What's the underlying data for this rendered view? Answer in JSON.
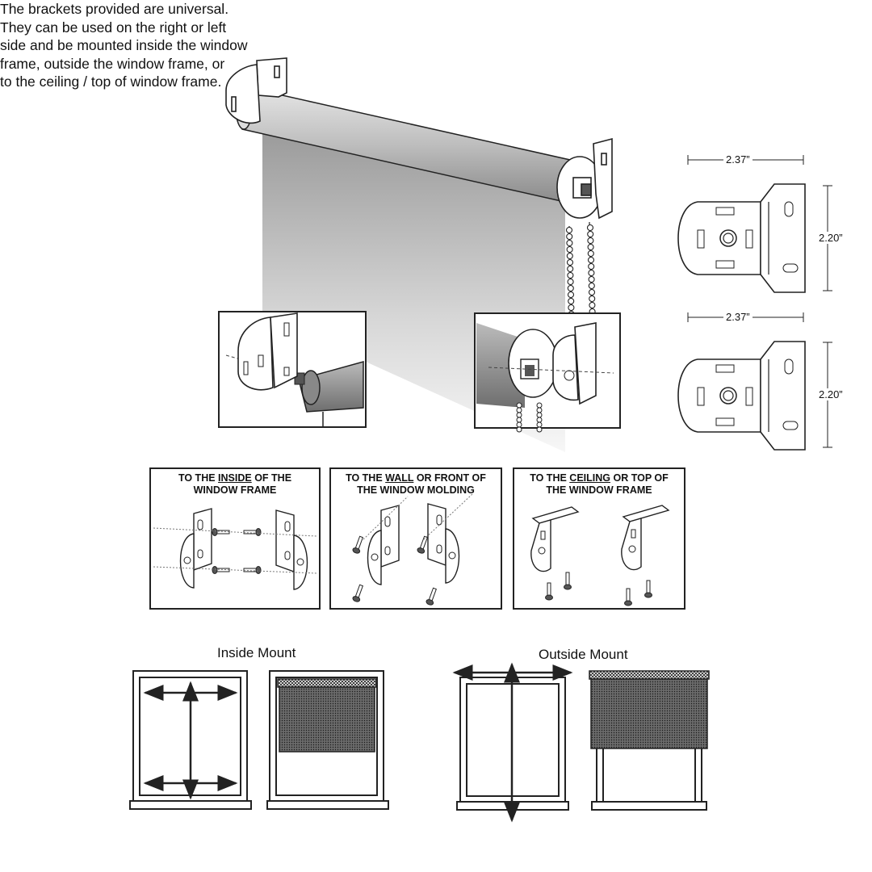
{
  "intro_lines": [
    "The brackets provided are universal.",
    "They can be used on the right or left",
    "side and be mounted inside the window",
    "frame, outside the window frame, or",
    "to the ceiling / top of window frame."
  ],
  "dimensions": {
    "top_width": "2.37”",
    "top_height": "2.20”",
    "bottom_width": "2.37”",
    "bottom_height": "2.20”"
  },
  "panels": {
    "inside": {
      "pre": "TO THE ",
      "emph": "INSIDE",
      "post": " OF THE",
      "line2": "WINDOW FRAME"
    },
    "wall": {
      "pre": "TO THE ",
      "emph": "WALL",
      "post": " OR FRONT OF",
      "line2": "THE WINDOW MOLDING"
    },
    "ceiling": {
      "pre": "TO THE ",
      "emph": "CEILING",
      "post": " OR TOP OF",
      "line2": "THE WINDOW FRAME"
    }
  },
  "mounts": {
    "inside_label": "Inside Mount",
    "outside_label": "Outside Mount"
  },
  "icons": [
    "roller-shade",
    "bracket",
    "screw",
    "ball-chain",
    "window-frame",
    "measure-arrow"
  ],
  "colors": {
    "line": "#222222",
    "shade_light": "#f2f2f2",
    "shade_dark": "#9a9a9a",
    "fabric": "#7a7a7a"
  }
}
